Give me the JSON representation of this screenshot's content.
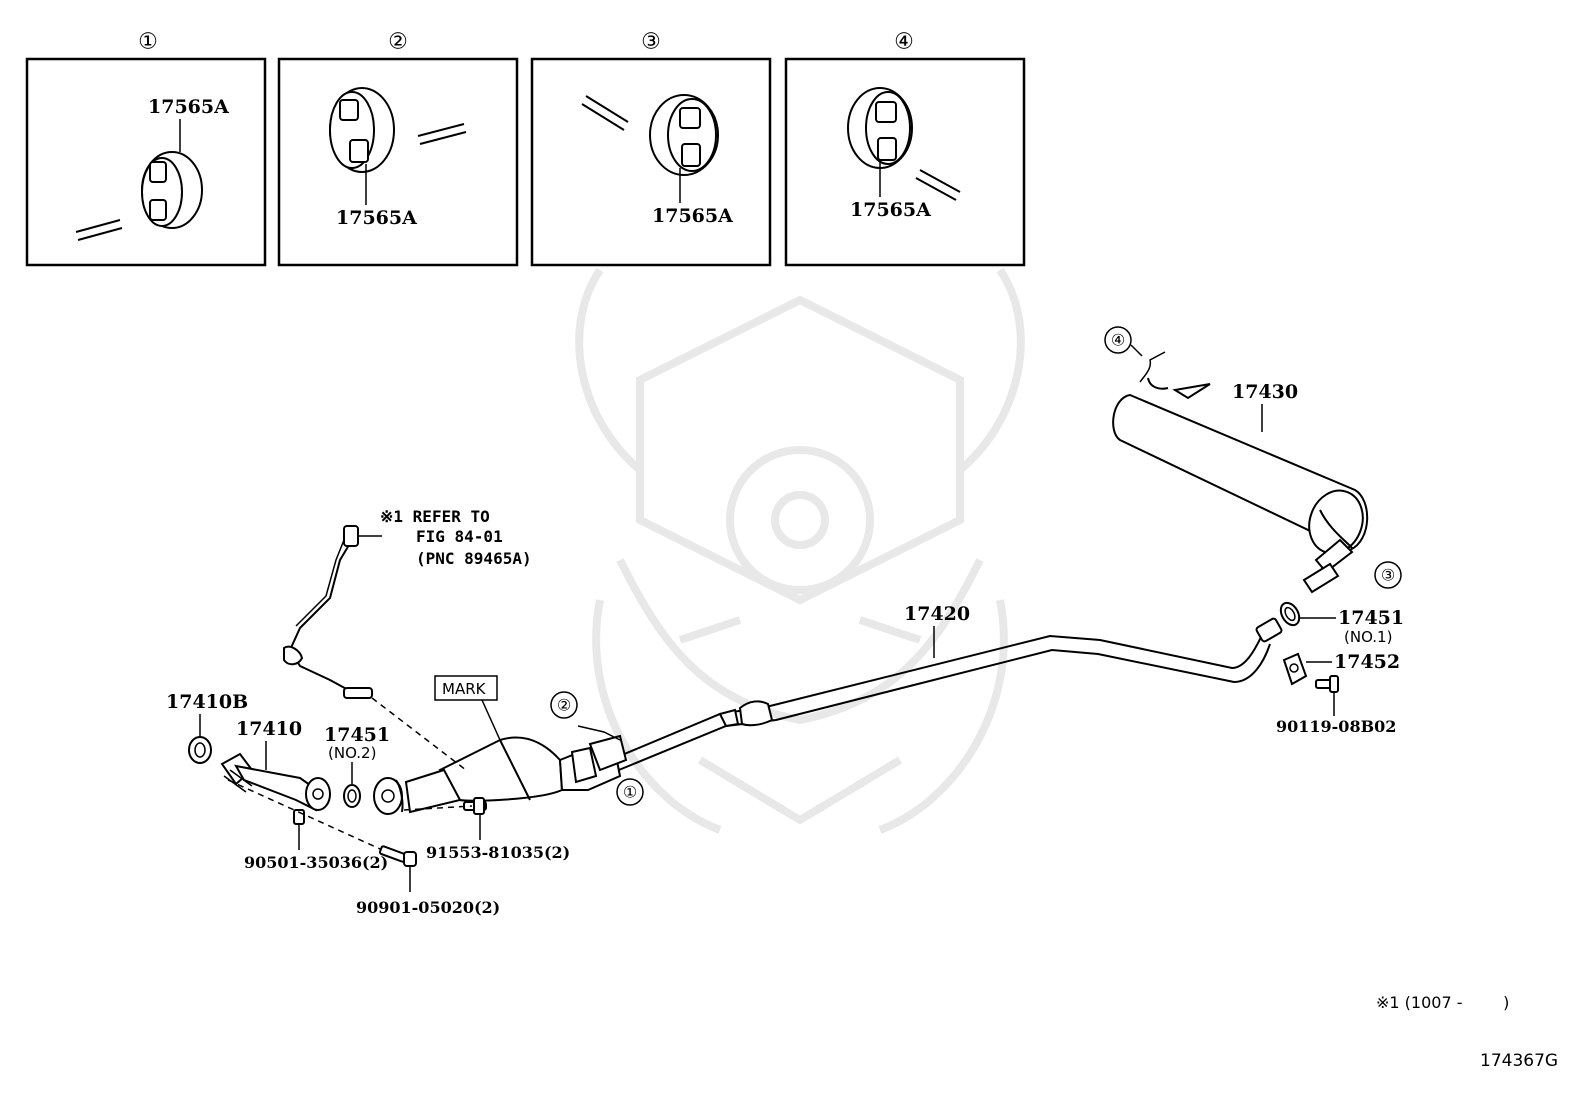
{
  "detail_views": [
    {
      "index": "①",
      "part": "17565A"
    },
    {
      "index": "②",
      "part": "17565A"
    },
    {
      "index": "③",
      "part": "17565A"
    },
    {
      "index": "④",
      "part": "17565A"
    }
  ],
  "callouts": {
    "c1": "①",
    "c2": "②",
    "c3": "③",
    "c4": "④"
  },
  "parts": {
    "p17430": "17430",
    "p17420": "17420",
    "p17451_no1": "17451",
    "p17451_no1_sub": "(NO.1)",
    "p17452": "17452",
    "p90119": "90119-08B02",
    "p17410b": "17410B",
    "p17410": "17410",
    "p17451_no2": "17451",
    "p17451_no2_sub": "(NO.2)",
    "p90501": "90501-35036(2)",
    "p90901": "90901-05020(2)",
    "p91553": "91553-81035(2)",
    "mark": "MARK"
  },
  "note": {
    "line1": "※1 REFER TO",
    "line2": "FIG 84-01",
    "line3": "(PNC 89465A)"
  },
  "footnote": "※1 (1007 -        )",
  "figure_id": "174367G"
}
